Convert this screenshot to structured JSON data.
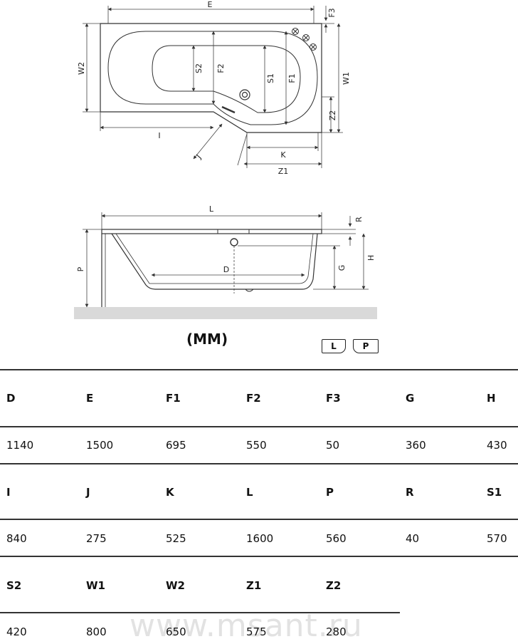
{
  "units_label": "(MM)",
  "variant_badges": [
    "L",
    "P"
  ],
  "watermark": "www.msant.ru",
  "diagram_labels": {
    "E": "E",
    "F3": "F3",
    "W2": "W2",
    "S2": "S2",
    "F2": "F2",
    "S1": "S1",
    "F1": "F1",
    "W1": "W1",
    "Z2": "Z2",
    "I": "I",
    "J": "J",
    "K": "K",
    "Z1": "Z1",
    "L": "L",
    "R": "R",
    "H": "H",
    "G": "G",
    "P": "P",
    "D": "D"
  },
  "table": {
    "rows": [
      {
        "headers": [
          "D",
          "E",
          "F1",
          "F2",
          "F3",
          "G",
          "H"
        ],
        "values": [
          "1140",
          "1500",
          "695",
          "550",
          "50",
          "360",
          "430"
        ]
      },
      {
        "headers": [
          "I",
          "J",
          "K",
          "L",
          "P",
          "R",
          "S1"
        ],
        "values": [
          "840",
          "275",
          "525",
          "1600",
          "560",
          "40",
          "570"
        ]
      },
      {
        "headers": [
          "S2",
          "W1",
          "W2",
          "Z1",
          "Z2"
        ],
        "values": [
          "420",
          "800",
          "650",
          "575",
          "280"
        ]
      }
    ]
  }
}
